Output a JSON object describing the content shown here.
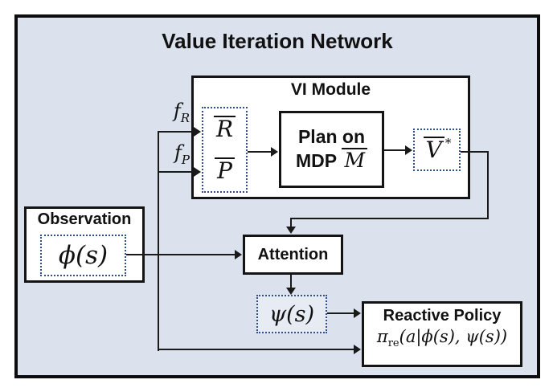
{
  "title": "Value Iteration Network",
  "colors": {
    "background": "#dbe2ee",
    "frame_border": "#0d0d0d",
    "box_border": "#141414",
    "dotted_border": "#2e4e8c",
    "box_fill": "#ffffff",
    "text": "#111111"
  },
  "vi_module": {
    "title": "VI Module",
    "r_bar": "R",
    "p_bar": "P",
    "plan_line1": "Plan on",
    "plan_line2": "MDP",
    "m_bar": "M",
    "v_bar": "V",
    "v_sup": "*"
  },
  "labels": {
    "f_r": {
      "base": "f",
      "sub": "R"
    },
    "f_p": {
      "base": "f",
      "sub": "P"
    }
  },
  "observation": {
    "title": "Observation",
    "phi": "ϕ(s)"
  },
  "attention": {
    "title": "Attention"
  },
  "psi": {
    "value": "ψ(s)"
  },
  "reactive_policy": {
    "title": "Reactive Policy",
    "pi": "π",
    "pi_sub": "re",
    "args": "(a|ϕ(s), ψ(s))"
  }
}
